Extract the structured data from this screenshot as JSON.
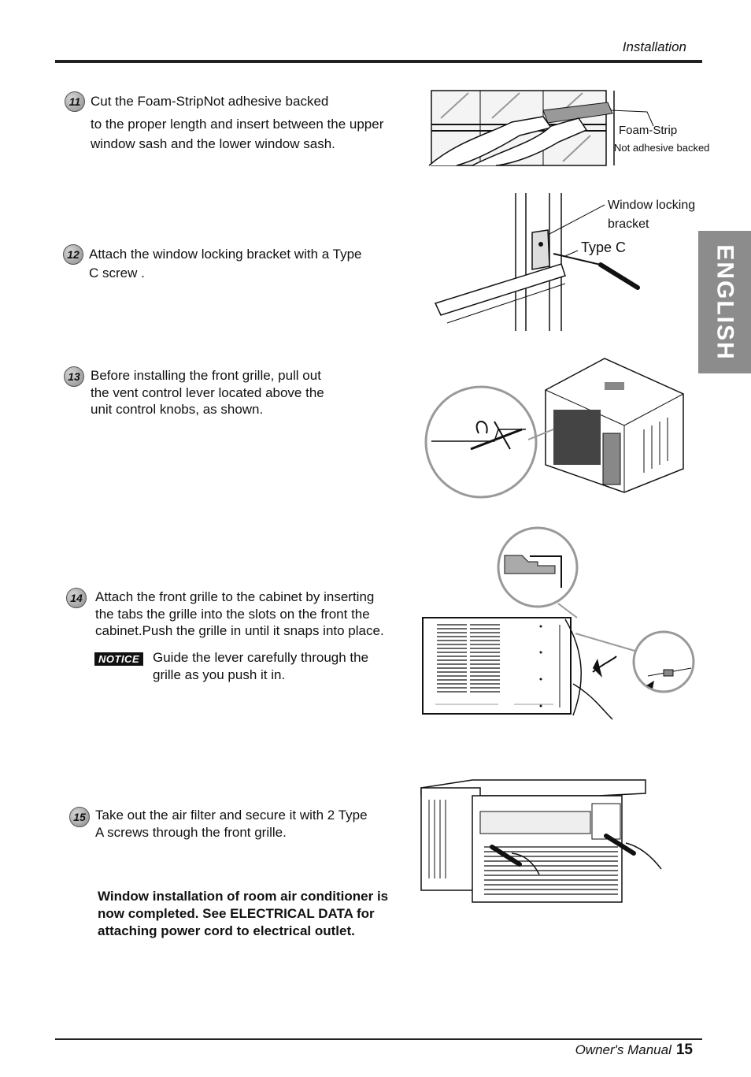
{
  "header": {
    "section": "Installation"
  },
  "side_tab": {
    "label": "ENGLISH"
  },
  "steps": [
    {
      "number": "11",
      "line1": "Cut the Foam-StripNot adhesive backed",
      "line2": "to the proper length and insert between the upper",
      "line3": "window sash and the lower window sash."
    },
    {
      "number": "12",
      "line1": "Attach the window locking bracket with a Type",
      "line2": "C screw ."
    },
    {
      "number": "13",
      "line1": "Before installing the front grille, pull out",
      "line2": "the vent control lever located above the",
      "line3": "unit control knobs, as shown."
    },
    {
      "number": "14",
      "line1": "Attach the front grille to the cabinet by inserting",
      "line2": "the tabs the grille into the slots on the front the",
      "line3": "cabinet.Push the grille in until it snaps into place.",
      "notice_badge": "NOTICE",
      "notice_line1": "Guide the lever carefully through the",
      "notice_line2": "grille as you push it in."
    },
    {
      "number": "15",
      "line1": "Take out the air filter and secure it with 2 Type",
      "line2": "A screws through the front grille."
    }
  ],
  "figures": {
    "fig11": {
      "label1": "Foam-Strip",
      "label2": "Not adhesive backed"
    },
    "fig12": {
      "label1": "Window locking",
      "label2": "bracket",
      "label3": "Type C"
    }
  },
  "completion_note": "Window installation of room air conditioner is now completed. See ELECTRICAL DATA for attaching power cord to electrical outlet.",
  "footer": {
    "manual": "Owner's Manual",
    "page": "15"
  }
}
